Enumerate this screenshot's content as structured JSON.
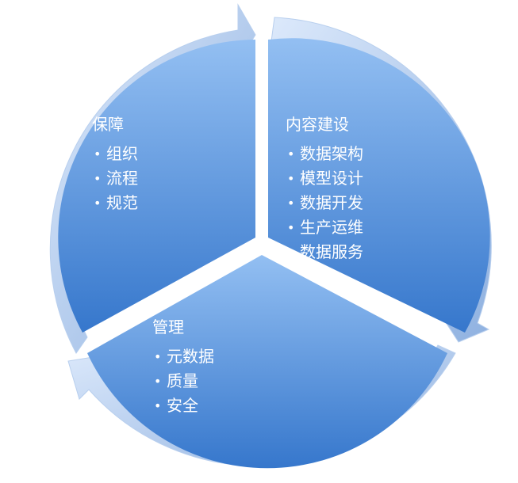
{
  "diagram": {
    "segments": [
      {
        "id": "baozhang",
        "title": "保障",
        "items": [
          "组织",
          "流程",
          "规范"
        ]
      },
      {
        "id": "neirong",
        "title": "内容建设",
        "items": [
          "数据架构",
          "模型设计",
          "数据开发",
          "生产运维",
          "数据服务"
        ]
      },
      {
        "id": "guanli",
        "title": "管理",
        "items": [
          "元数据",
          "质量",
          "安全"
        ]
      }
    ],
    "colors": {
      "segment_light": "#8fbaf0",
      "segment_dark": "#3b7bd0",
      "arrow_light": "#d7e6fa",
      "arrow_dark": "#93b5e3",
      "text": "#ffffff"
    }
  }
}
